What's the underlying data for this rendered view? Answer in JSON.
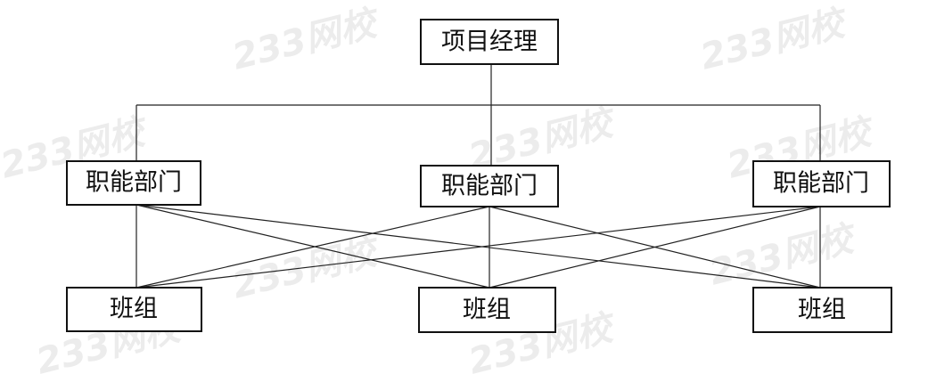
{
  "watermark": "233网校",
  "top": {
    "label": "项目经理"
  },
  "departments": [
    {
      "label": "职能部门"
    },
    {
      "label": "职能部门"
    },
    {
      "label": "职能部门"
    }
  ],
  "teams": [
    {
      "label": "班组"
    },
    {
      "label": "班组"
    },
    {
      "label": "班组"
    }
  ]
}
